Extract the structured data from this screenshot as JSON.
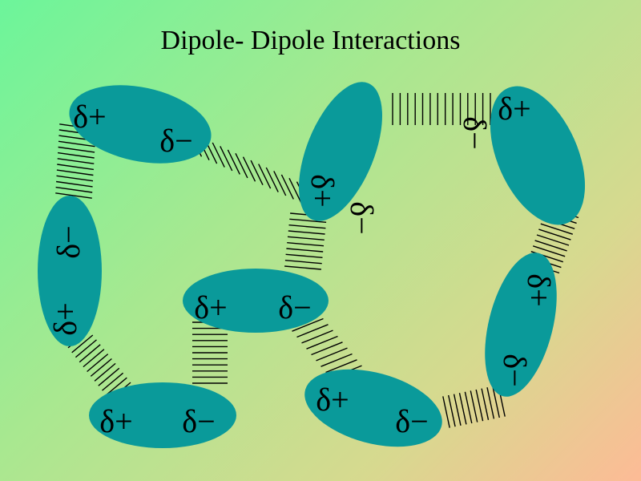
{
  "title": "Dipole- Dipole Interactions",
  "labels": {
    "delta_plus": "δ+",
    "delta_minus": "δ−"
  },
  "colors": {
    "molecule": "#0a9a9a",
    "bond": "#000000"
  },
  "molecules": [
    {
      "id": "m1"
    },
    {
      "id": "m2"
    },
    {
      "id": "m3"
    },
    {
      "id": "m4"
    },
    {
      "id": "m5"
    },
    {
      "id": "m6"
    },
    {
      "id": "m7"
    },
    {
      "id": "m8"
    }
  ]
}
